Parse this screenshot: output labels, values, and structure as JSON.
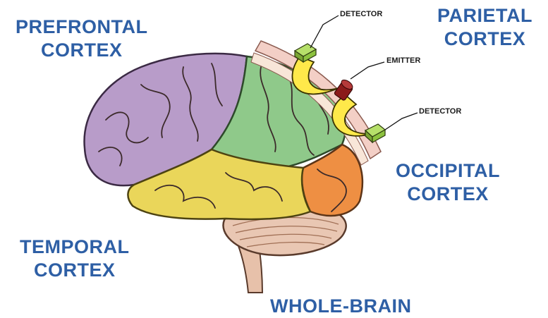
{
  "labels": {
    "prefrontal": [
      "PREFRONTAL",
      "CORTEX"
    ],
    "parietal": [
      "PARIETAL",
      "CORTEX"
    ],
    "occipital": [
      "OCCIPITAL",
      "CORTEX"
    ],
    "temporal": [
      "TEMPORAL",
      "CORTEX"
    ],
    "whole_brain": "WHOLE-BRAIN"
  },
  "callouts": {
    "detector_top": "DETECTOR",
    "emitter": "EMITTER",
    "detector_bottom": "DETECTOR"
  },
  "colors": {
    "label_blue": "#2e5fa5",
    "frontal": "#b89cc9",
    "parietal": "#8fc98a",
    "temporal": "#ead65a",
    "occipital": "#ee8f43",
    "cerebellum": "#e9c7b3",
    "light_path": "#ffe94a",
    "detector": "#8cc23f",
    "emitter": "#8b1a1a",
    "skin_band": "#f3cfc6"
  }
}
